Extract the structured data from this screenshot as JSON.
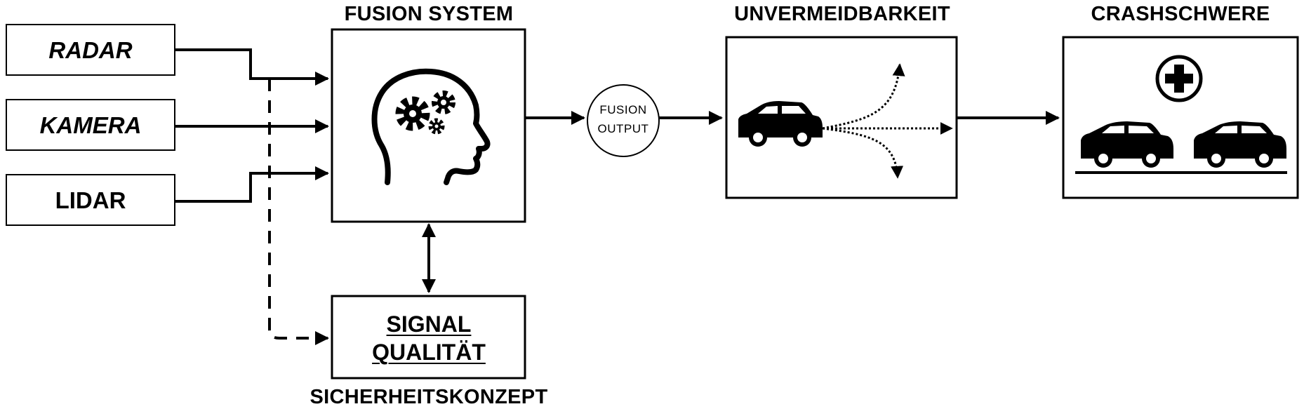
{
  "sensors": [
    {
      "label": "RADAR",
      "style": "italic"
    },
    {
      "label": "KAMERA",
      "style": "italic"
    },
    {
      "label": "LIDAR",
      "style": "normal"
    }
  ],
  "fusion": {
    "title": "FUSION SYSTEM",
    "icon": "head-gears-icon"
  },
  "fusion_output": {
    "line1": "FUSION",
    "line2": "OUTPUT"
  },
  "signal": {
    "line1": "SIGNAL",
    "line2": "QUALITÄT"
  },
  "safety": {
    "caption": "SICHERHEITSKONZEPT"
  },
  "unavoidability": {
    "title": "UNVERMEIDBARKEIT",
    "icon": "car-trajectories-icon"
  },
  "severity": {
    "title": "CRASHSCHWERE",
    "icon": "medical-cross-icon"
  },
  "colors": {
    "stroke": "#000000",
    "background": "#ffffff"
  }
}
